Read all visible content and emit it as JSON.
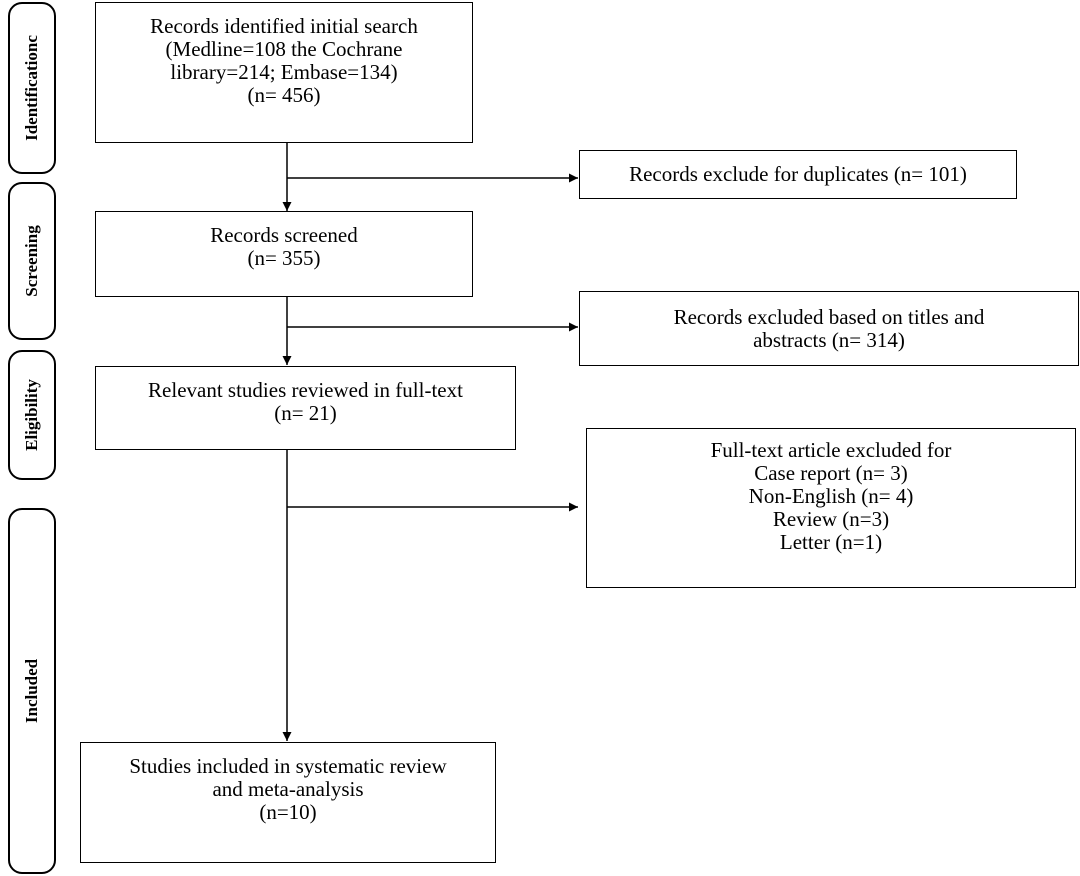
{
  "phases": {
    "identification": "Identificationc",
    "screening": "Screening",
    "eligibility": "Eligibility",
    "included": "Included"
  },
  "boxes": {
    "identified": {
      "lines": [
        "Records identified initial search",
        "(Medline=108 the Cochrane",
        "library=214; Embase=134)",
        "(n= 456)"
      ]
    },
    "duplicates": {
      "lines": [
        "Records exclude for duplicates (n= 101)"
      ]
    },
    "screened": {
      "lines": [
        "Records screened",
        "(n= 355)"
      ]
    },
    "excluded_titles": {
      "lines": [
        "Records excluded based on titles and",
        "abstracts (n= 314)"
      ]
    },
    "fulltext": {
      "lines": [
        "Relevant studies reviewed in full-text",
        "(n= 21)"
      ]
    },
    "fulltext_excluded": {
      "lines": [
        "Full-text article excluded for",
        "Case report (n= 3)",
        "Non-English (n= 4)",
        "Review (n=3)",
        "Letter (n=1)"
      ]
    },
    "included": {
      "lines": [
        "Studies included in systematic review",
        "and meta-analysis",
        "(n=10)"
      ]
    }
  }
}
